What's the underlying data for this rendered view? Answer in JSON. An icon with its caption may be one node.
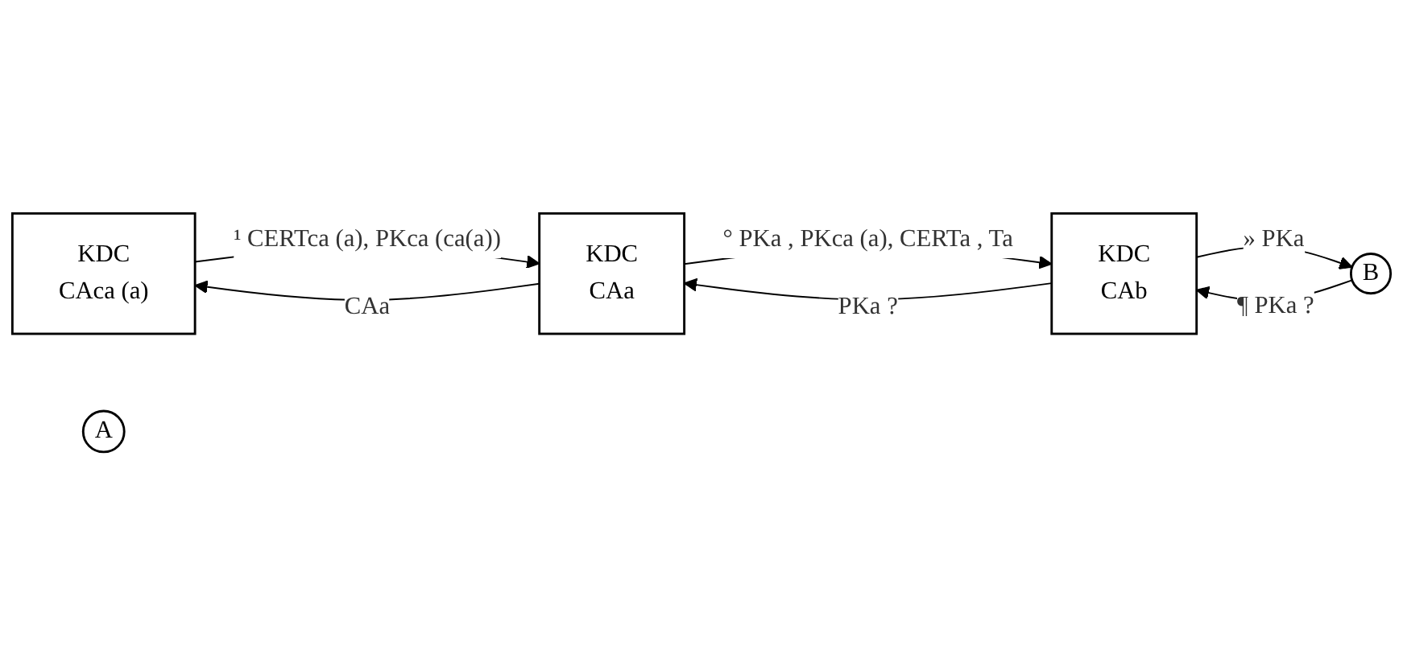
{
  "diagram": {
    "nodes": [
      {
        "text": [
          "KDC",
          "CAca (a)"
        ]
      },
      {
        "text": [
          "KDC",
          "CAa"
        ]
      },
      {
        "text": [
          "KDC",
          "CAb"
        ]
      },
      {
        "text": [
          "A"
        ]
      },
      {
        "text": [
          "B"
        ]
      }
    ],
    "edges": [
      {
        "from": 0,
        "to": 1,
        "arrow": "to",
        "label": "¹ CERTca (a), PKca (ca(a))"
      },
      {
        "from": 1,
        "to": 0,
        "arrow": "to",
        "label": "CAa"
      },
      {
        "from": 2,
        "to": 1,
        "arrow": "to",
        "label": "PKa ?"
      },
      {
        "from": 1,
        "to": 2,
        "arrow": "to",
        "label": "° PKa , PKca (a), CERTa , Ta"
      },
      {
        "from": 4,
        "to": 2,
        "arrow": "to",
        "label": "¶ PKa ?"
      },
      {
        "from": 2,
        "to": 4,
        "arrow": "to",
        "label": "» PKa"
      }
    ]
  }
}
